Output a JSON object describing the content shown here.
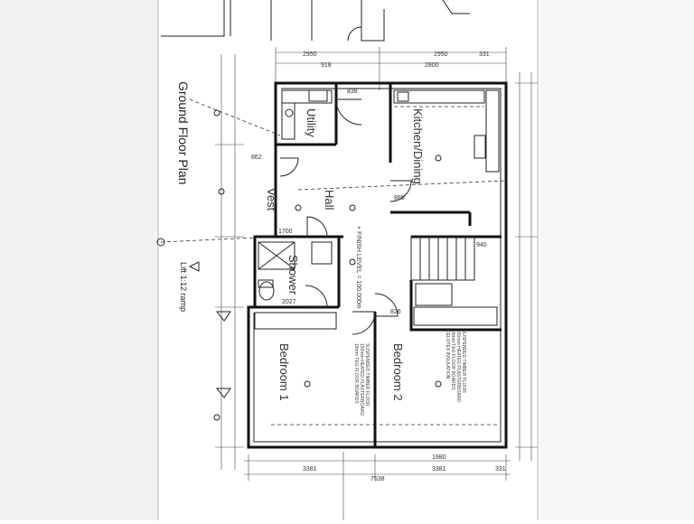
{
  "plan": {
    "title": "Ground Floor Plan",
    "section_label": "Lift 1:12 ramp",
    "rooms": {
      "utility": "Utility",
      "kitchen": "Kitchen/Dining",
      "hall": "Hall",
      "vest": "Vest",
      "shower": "Shower",
      "bedroom1": "Bedroom 1",
      "bedroom2": "Bedroom 2"
    },
    "dimensions": {
      "top_left": "2950",
      "top_right": "2950",
      "top_sub_1": "918",
      "top_sub_2": "2800",
      "bottom_left": "3381",
      "bottom_right": "3381",
      "bottom_total": "7538",
      "bottom_sub": "1980",
      "wall_331_a": "331",
      "wall_331_b": "331",
      "hall_1700": "1700",
      "shower_2027": "2027",
      "stair_940": "940",
      "door_838": "838",
      "door_862": "862",
      "door_826": "826",
      "door_885": "885",
      "floor_level": "+ FINISH LEVEL = 100.000m"
    },
    "notes": [
      "SUSPENDED TIMBER FLOOR",
      "150mm HEATED PLASTERBOARD",
      "18mm T&G FLOOR BOARDS",
      "CELOTEX INSULATION"
    ]
  }
}
